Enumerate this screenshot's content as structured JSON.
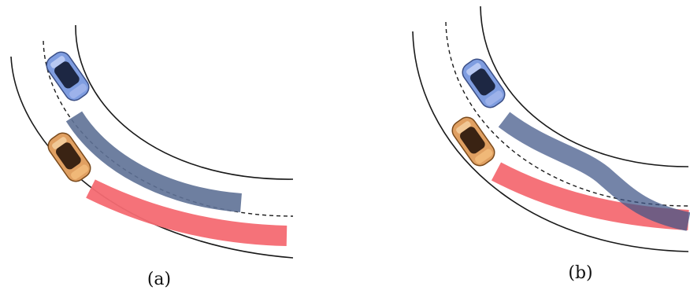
{
  "panels": [
    {
      "id": "a",
      "label": "(a)"
    },
    {
      "id": "b",
      "label": "(b)"
    }
  ],
  "colors": {
    "road_edge": "#1a1a1a",
    "lane_divider": "#1a1a1a",
    "blue_vehicle_body": "#6f8fd8",
    "orange_vehicle_body": "#d99553",
    "blue_trajectory": "#5e7196",
    "red_trajectory": "#f46a72",
    "overlap_region": "#6b4a66"
  },
  "vehicles": [
    {
      "name": "ego-vehicle-blue",
      "color": "blue"
    },
    {
      "name": "other-vehicle-orange",
      "color": "orange"
    }
  ]
}
